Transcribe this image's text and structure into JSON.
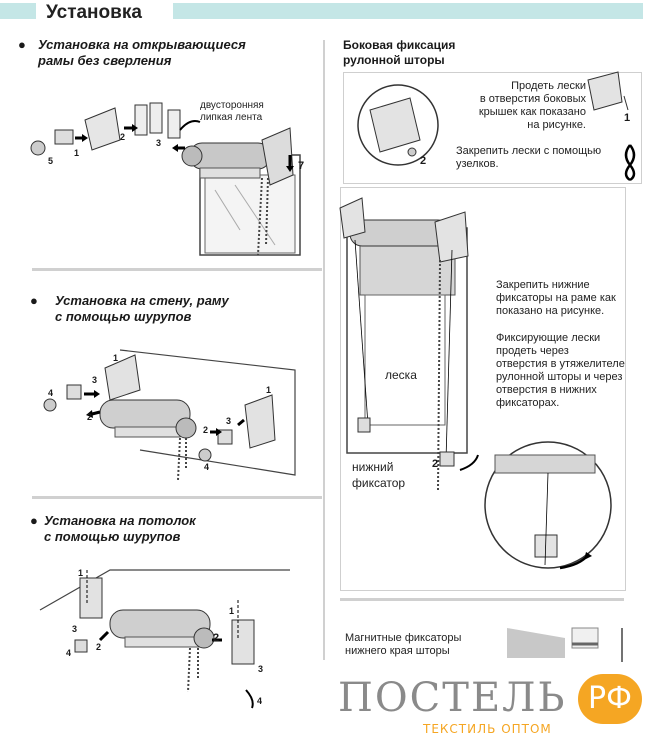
{
  "header": {
    "title": "Установка"
  },
  "sections": {
    "frames": {
      "title_line1": "Установка на открывающиеся",
      "title_line2": "рамы без сверления",
      "tape_label_line1": "двусторонняя",
      "tape_label_line2": "липкая лента"
    },
    "wall": {
      "title_line1": "Установка на стену, раму",
      "title_line2": "с помощью шурупов"
    },
    "ceiling": {
      "title_line1": "Установка на потолок",
      "title_line2": "с помощью шурупов"
    }
  },
  "side": {
    "title_line1": "Боковая фиксация",
    "title_line2": "рулонной шторы",
    "step1_line1": "Продеть лески",
    "step1_line2": "в отверстия боковых",
    "step1_line3": "крышек как показано",
    "step1_line4": "на рисунке.",
    "step2_line1": "Закрепить лески с помощью",
    "step2_line2": "узелков.",
    "fix1_line1": "Закрепить нижние",
    "fix1_line2": "фиксаторы на раме как",
    "fix1_line3": "показано на рисунке.",
    "fix2_line1": "Фиксирующие лески",
    "fix2_line2": "продеть через",
    "fix2_line3": "отверстия в утяжелителе",
    "fix2_line4": "рулонной шторы и через",
    "fix2_line5": "отверстия в нижних",
    "fix2_line6": "фиксаторах.",
    "leska_label": "леска",
    "fixator_line1": "нижний",
    "fixator_line2": "фиксатор",
    "magnet_line1": "Магнитные фиксаторы",
    "magnet_line2": "нижнего края шторы"
  },
  "logo": {
    "brand": "ПОСТЕЛЬ",
    "badge": "РФ",
    "tagline": "ТЕКСТИЛЬ ОПТОМ",
    "color": "#f5a623"
  },
  "numbers": {
    "n1": "1",
    "n2": "2",
    "n3": "3",
    "n4": "4",
    "n5": "5",
    "n7": "7"
  }
}
